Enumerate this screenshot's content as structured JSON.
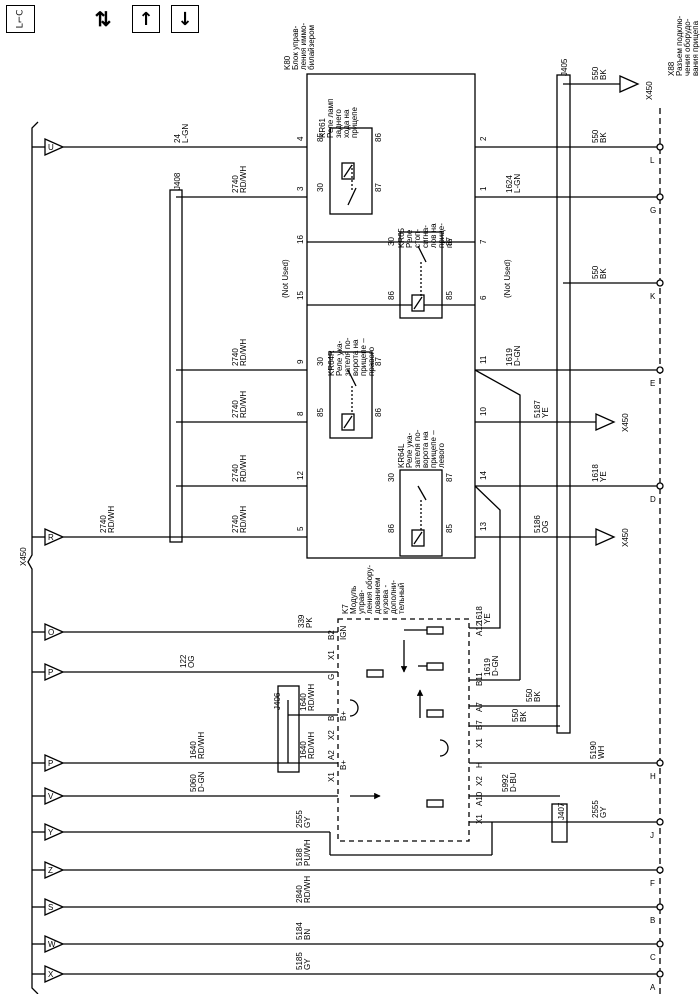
{
  "toolbar": {
    "locate_glyph": "L⌐C",
    "tools_glyph": "⇅",
    "up_glyph": "↑",
    "down_glyph": "↓"
  },
  "labels": {
    "bus": "X450",
    "k80_name": "K80",
    "k80_desc": [
      "Блок управ-",
      "ления иммо-",
      "билайзером"
    ],
    "k7_name": "K7",
    "k7_desc": [
      "Модуль",
      "управ-",
      "ления обору-",
      "дованием",
      "кузова -",
      "дополни-",
      "тельный"
    ],
    "x88_name": "X88",
    "x88_desc": [
      "Разъем подклю-",
      "чения оборудо-",
      "вания прицепа"
    ],
    "kr61": [
      "KR61",
      "Реле ламп",
      "заднего",
      "хода на",
      "прицепе"
    ],
    "kr65": [
      "KR65",
      "Реле",
      "стоп-",
      "сигна-",
      "лов на",
      "прице-",
      "пе"
    ],
    "kr64r": [
      "KR64R",
      "Реле ука-",
      "зателя по-",
      "ворота на",
      "прицепе –",
      "правого"
    ],
    "kr64l": [
      "KR64L",
      "Реле ука-",
      "зателя по-",
      "ворота на",
      "прицепе –",
      "левого"
    ],
    "not_used": "(Not Used)",
    "j405": "J405",
    "j406": "J406",
    "j407": "J407",
    "j408": "J408",
    "x450_550": "X450",
    "x450_5187": "X450",
    "x450_5186": "X450",
    "conn_x1_1": "X1",
    "conn_x1_2": "X1",
    "conn_x2_1": "X2",
    "conn_x1_3": "X1",
    "conn_x2_2": "X2",
    "conn_x1_4": "X1"
  },
  "left_connectors": [
    "U",
    "R",
    "O",
    "P",
    "P",
    "V",
    "Y",
    "Z",
    "S",
    "W",
    "X"
  ],
  "right_pins": [
    "L",
    "G",
    "K",
    "E",
    "D",
    "H",
    "J",
    "F",
    "B",
    "C",
    "A"
  ],
  "wires": {
    "w24": {
      "num": "24",
      "color": "L-GN"
    },
    "w2740_a": {
      "num": "2740",
      "color": "RD/WH"
    },
    "w2740_b": {
      "num": "2740",
      "color": "RD/WH"
    },
    "w2740_c": {
      "num": "2740",
      "color": "RD/WH"
    },
    "w2740_d": {
      "num": "2740",
      "color": "RD/WH"
    },
    "w2740_e": {
      "num": "2740",
      "color": "RD/WH"
    },
    "w2740_r": {
      "num": "2740",
      "color": "RD/WH"
    },
    "w550_top": {
      "num": "550",
      "color": "BK"
    },
    "w550_l": {
      "num": "550",
      "color": "BK"
    },
    "w1624": {
      "num": "1624",
      "color": "L-GN"
    },
    "w550_k": {
      "num": "550",
      "color": "BK"
    },
    "w1619_e": {
      "num": "1619",
      "color": "D-GN"
    },
    "w5187": {
      "num": "5187",
      "color": "YE"
    },
    "w1618_d": {
      "num": "1618",
      "color": "YE"
    },
    "w5186": {
      "num": "5186",
      "color": "OG"
    },
    "w339": {
      "num": "339",
      "color": "PK"
    },
    "w122": {
      "num": "122",
      "color": "OG"
    },
    "w1640_a": {
      "num": "1640",
      "color": "RD/WH"
    },
    "w1640_b": {
      "num": "1640",
      "color": "RD/WH"
    },
    "w1640_c": {
      "num": "1640",
      "color": "RD/WH"
    },
    "w5060": {
      "num": "5060",
      "color": "D-GN"
    },
    "w2555_l": {
      "num": "2555",
      "color": "GY"
    },
    "w2555_r": {
      "num": "2555",
      "color": "GY"
    },
    "w5188": {
      "num": "5188",
      "color": "PU/WH"
    },
    "w2840": {
      "num": "2840",
      "color": "RD/WH"
    },
    "w5184": {
      "num": "5184",
      "color": "BN"
    },
    "w5185": {
      "num": "5185",
      "color": "GY"
    },
    "w1618_k7": {
      "num": "1618",
      "color": "YE"
    },
    "w1619_k7": {
      "num": "1619",
      "color": "D-GN"
    },
    "w550_a": {
      "num": "550",
      "color": "BK"
    },
    "w550_b": {
      "num": "550",
      "color": "BK"
    },
    "w5190": {
      "num": "5190",
      "color": "WH"
    },
    "w5992": {
      "num": "5992",
      "color": "D-BU"
    }
  },
  "pins": {
    "p4": "4",
    "p3": "3",
    "p16": "16",
    "p15": "15",
    "p9": "9",
    "p8": "8",
    "p12": "12",
    "p5": "5",
    "p2": "2",
    "p1": "1",
    "p7": "7",
    "p6": "6",
    "p11": "11",
    "p10": "10",
    "p14": "14",
    "p13": "13",
    "kr61_85": "85",
    "kr61_86": "86",
    "kr61_30": "30",
    "kr61_87": "87",
    "kr65_30": "30",
    "kr65_87": "87",
    "kr65_86": "86",
    "kr65_85": "85",
    "kr64r_30": "30",
    "kr64r_87": "87",
    "kr64r_85": "85",
    "kr64r_86": "86",
    "kr64l_30": "30",
    "kr64l_87": "87",
    "kr64l_86": "86",
    "kr64l_85": "85",
    "k7_b2": "B2",
    "k7_ign": "IGN",
    "k7_g": "G",
    "k7_b_a": "B",
    "k7_bplus_a": "B+",
    "k7_a2": "A2",
    "k7_bplus_b": "B+",
    "k7_a12": "A12",
    "k7_b11": "B11",
    "k7_a7": "A7",
    "k7_b7": "B7",
    "k7_h": "H",
    "k7_a10": "A10"
  }
}
